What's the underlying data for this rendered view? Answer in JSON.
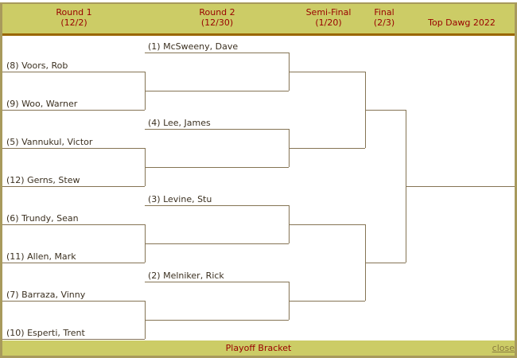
{
  "header": {
    "columns": [
      {
        "title": "Round 1",
        "date": "(12/2)"
      },
      {
        "title": "Round 2",
        "date": "(12/30)"
      },
      {
        "title": "Semi-Final",
        "date": "(1/20)"
      },
      {
        "title": "Final",
        "date": "(2/3)"
      },
      {
        "title": "Top Dawg 2022",
        "date": ""
      }
    ]
  },
  "round1": [
    "(8) Voors, Rob",
    "(9) Woo, Warner",
    "(5) Vannukul, Victor",
    "(12) Gerns, Stew",
    "(6) Trundy, Sean",
    "(11) Allen, Mark",
    "(7) Barraza, Vinny",
    "(10) Esperti, Trent"
  ],
  "round2": [
    "(1) McSweeny, Dave",
    "",
    "(4) Lee, James",
    "",
    "(3) Levine, Stu",
    "",
    "(2) Melniker, Rick",
    ""
  ],
  "footer": {
    "title": "Playoff Bracket",
    "close": "close"
  },
  "colors": {
    "header_bg": "#cccc66",
    "header_text": "#990000",
    "line": "#857454"
  }
}
